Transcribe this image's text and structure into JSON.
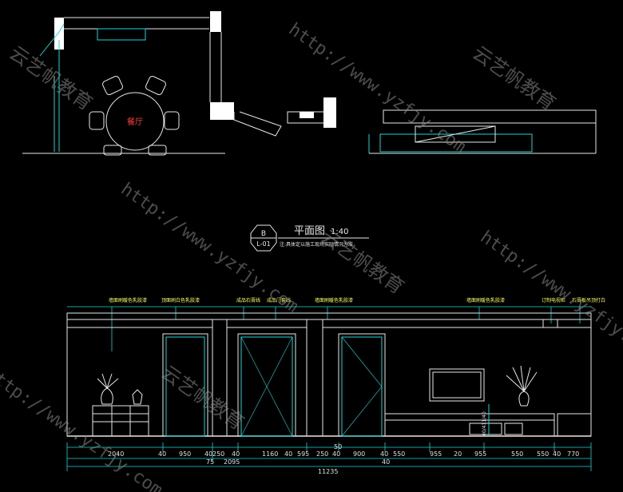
{
  "title": {
    "circle_top": "B",
    "circle_bottom": "L-01",
    "main": "平面图",
    "scale": "1:40",
    "note": "注:具体定以施工现场实际情况为准"
  },
  "plan": {
    "room_label": "餐厅"
  },
  "callouts": [
    "墙面刷暖色乳胶漆",
    "顶面刷白色乳胶漆",
    "成品石膏线",
    "成品门套线",
    "墙面刷暖色乳胶漆",
    "墙面刷暖色乳胶漆",
    "订制电视柜",
    "石膏板吊顶打白"
  ],
  "dimensions": {
    "row1": [
      "2040",
      "40",
      "950",
      "40",
      "250",
      "40",
      "1160",
      "40",
      "595",
      "250",
      "40",
      "900",
      "40",
      "550",
      "955",
      "20",
      "955",
      "550",
      "550",
      "40",
      "770"
    ],
    "row2_a": "75",
    "row2_b": "2095",
    "row2_c": "50",
    "total": "11235",
    "sub_total": "40",
    "vertical": "40/411/40"
  },
  "watermark": {
    "url": "http://www.yzfjy.com",
    "brand": "云艺帆教育"
  },
  "colors": {
    "background": "#000000",
    "lines_cyan": "#1fd3d3",
    "lines_white": "#e8e8e8",
    "text_yellow": "#ffff66",
    "text_red": "#ff4040",
    "watermark": "#8a8a8a"
  }
}
